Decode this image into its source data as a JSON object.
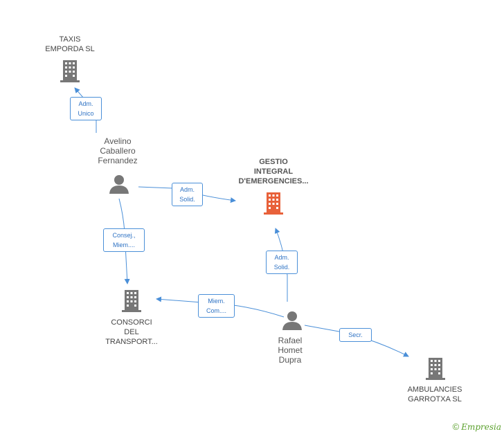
{
  "nodes": {
    "taxis": {
      "label_lines": [
        "TAXIS",
        "EMPORDA SL"
      ],
      "type": "company",
      "icon": "building-icon",
      "color": "#777777"
    },
    "gestio": {
      "label_lines": [
        "GESTIO",
        "INTEGRAL",
        "D'EMERGENCIES..."
      ],
      "type": "company-main",
      "icon": "building-icon",
      "color": "#e8613a"
    },
    "consorci": {
      "label_lines": [
        "CONSORCI",
        "DEL",
        "TRANSPORT..."
      ],
      "type": "company",
      "icon": "building-icon",
      "color": "#777777"
    },
    "ambulancies": {
      "label_lines": [
        "AMBULANCIES",
        "GARROTXA SL"
      ],
      "type": "company",
      "icon": "building-icon",
      "color": "#777777"
    },
    "avelino": {
      "label_lines": [
        "Avelino",
        "Caballero",
        "Fernandez"
      ],
      "type": "person",
      "icon": "person-icon",
      "color": "#777777"
    },
    "rafael": {
      "label_lines": [
        "Rafael",
        "Homet",
        "Dupra"
      ],
      "type": "person",
      "icon": "person-icon",
      "color": "#777777"
    }
  },
  "edges": [
    {
      "id": "avelino-taxis",
      "lines": [
        "Adm.",
        "Unico"
      ]
    },
    {
      "id": "avelino-gestio",
      "lines": [
        "Adm.",
        "Solid."
      ]
    },
    {
      "id": "avelino-consorci",
      "lines": [
        "Consej.,",
        "Miem...."
      ]
    },
    {
      "id": "rafael-gestio",
      "lines": [
        "Adm.",
        "Solid."
      ]
    },
    {
      "id": "rafael-consorci",
      "lines": [
        "Miem.",
        "Com...."
      ]
    },
    {
      "id": "rafael-ambulancies",
      "lines": [
        "Secr."
      ]
    }
  ],
  "colors": {
    "edge": "#4a8fd8",
    "edge_label_text": "#2f73c4",
    "brand": "#5aa02c"
  },
  "footer": {
    "copyright": "©",
    "brand": "Empresia"
  }
}
